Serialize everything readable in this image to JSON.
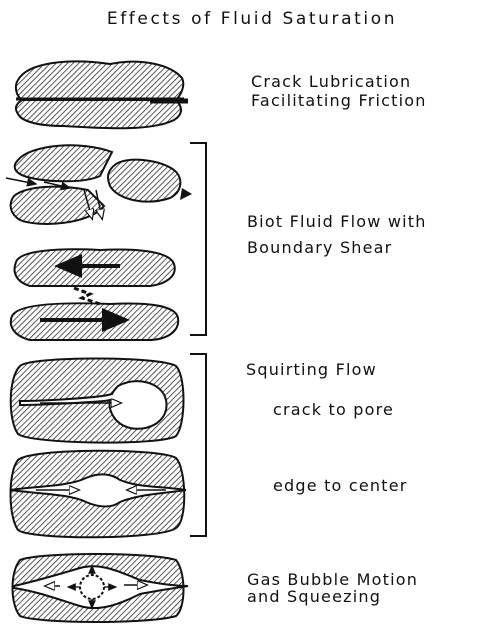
{
  "title": "Effects of Fluid Saturation",
  "mechanisms": [
    {
      "lines": [
        "Crack Lubrication",
        "Facilitating Friction"
      ]
    },
    {
      "lines": [
        "Biot Fluid Flow with",
        "Boundary Shear"
      ]
    },
    {
      "heading": "Squirting Flow",
      "cases": [
        "crack to pore",
        "edge to center"
      ]
    },
    {
      "lines": [
        "Gas Bubble Motion",
        "and Squeezing"
      ]
    }
  ]
}
